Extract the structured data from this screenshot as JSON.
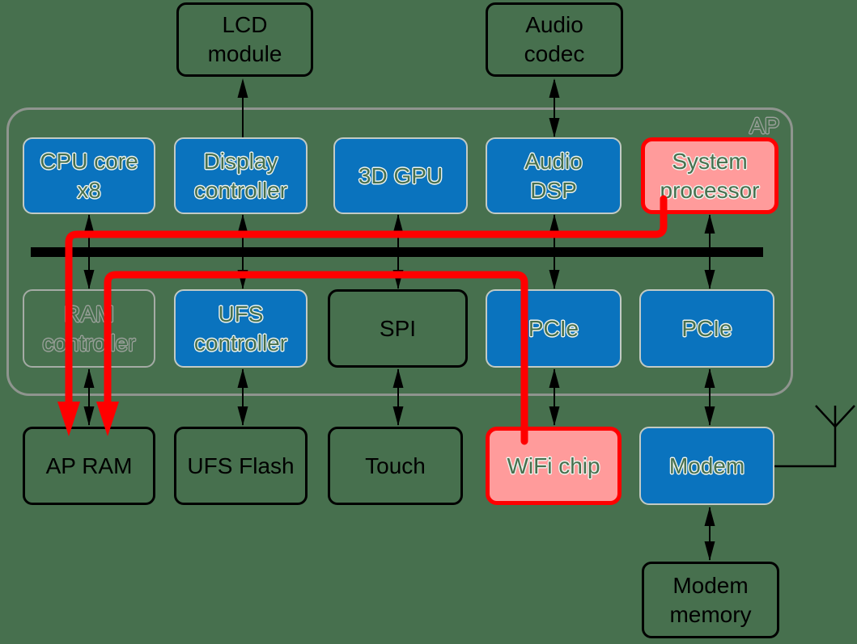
{
  "colors": {
    "background": "#47704E",
    "block_blue": "#0A73BE",
    "highlight_pink": "#FF9B9B",
    "highlight_red": "#FF0000",
    "frame_gray": "#8F958F",
    "line_black": "#000000"
  },
  "ap": {
    "label": "AP"
  },
  "blocks": {
    "lcd_module": "LCD\nmodule",
    "audio_codec": "Audio\ncodec",
    "cpu_core": "CPU core\nx8",
    "display_controller": "Display\ncontroller",
    "gpu": "3D GPU",
    "audio_dsp": "Audio\nDSP",
    "system_processor": "System\nprocessor",
    "ram_controller": "RAM\ncontroller",
    "ufs_controller": "UFS\ncontroller",
    "spi": "SPI",
    "pcie_left": "PCIe",
    "pcie_right": "PCIe",
    "ap_ram": "AP RAM",
    "ufs_flash": "UFS Flash",
    "touch": "Touch",
    "wifi_chip": "WiFi chip",
    "modem": "Modem",
    "modem_memory": "Modem\nmemory"
  }
}
